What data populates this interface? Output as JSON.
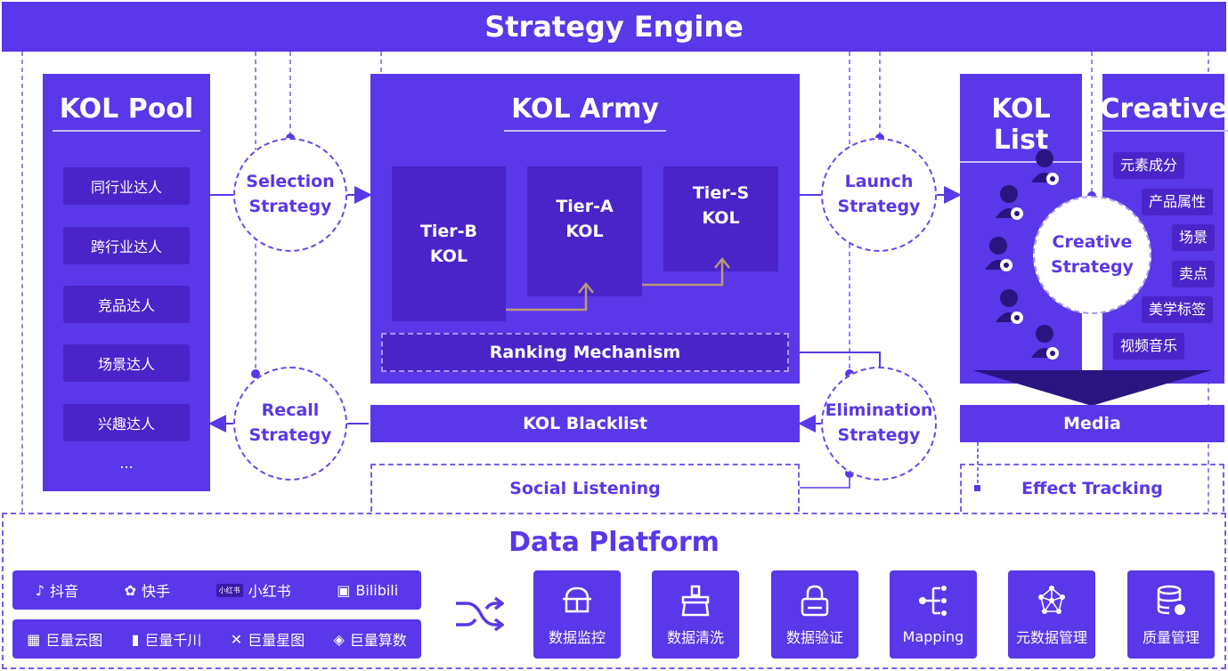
{
  "header": {
    "title": "Strategy Engine"
  },
  "kol_pool": {
    "title": "KOL Pool",
    "items": [
      "同行业达人",
      "跨行业达人",
      "竞品达人",
      "场景达人",
      "兴趣达人",
      "..."
    ]
  },
  "strategies": {
    "selection": "Selection\nStrategy",
    "recall": "Recall\nStrategy",
    "launch": "Launch\nStrategy",
    "elimination": "Elimination\nStrategy",
    "creative": "Creative\nStrategy"
  },
  "kol_army": {
    "title": "KOL Army",
    "tiers": [
      "Tier-B\nKOL",
      "Tier-A\nKOL",
      "Tier-S\nKOL"
    ],
    "ranking": "Ranking Mechanism"
  },
  "blacklist": "KOL Blacklist",
  "social_listening": "Social Listening",
  "kol_list": {
    "title": "KOL List"
  },
  "creative": {
    "title": "Creative",
    "tags": [
      "元素成分",
      "产品属性",
      "场景",
      "卖点",
      "美学标签",
      "视频音乐"
    ]
  },
  "media": "Media",
  "effect_tracking": "Effect Tracking",
  "data_platform": {
    "title": "Data Platform",
    "row1": [
      {
        "icon": "douyin-icon",
        "label": "抖音"
      },
      {
        "icon": "kuaishou-icon",
        "label": "快手"
      },
      {
        "icon": "xiaohongshu-icon",
        "label": "小红书",
        "logo_text": "小红书"
      },
      {
        "icon": "bilibili-icon",
        "label": "Bilibili"
      }
    ],
    "row2": [
      {
        "icon": "juliang-yuntu-icon",
        "label": "巨量云图"
      },
      {
        "icon": "juliang-qianchuan-icon",
        "label": "巨量千川"
      },
      {
        "icon": "juliang-xingtu-icon",
        "label": "巨量星图"
      },
      {
        "icon": "juliang-suanshu-icon",
        "label": "巨量算数"
      }
    ],
    "tools": [
      {
        "icon": "monitor-icon",
        "label": "数据监控"
      },
      {
        "icon": "clean-icon",
        "label": "数据清洗"
      },
      {
        "icon": "lock-icon",
        "label": "数据验证"
      },
      {
        "icon": "mapping-icon",
        "label": "Mapping"
      },
      {
        "icon": "metadata-icon",
        "label": "元数据管理"
      },
      {
        "icon": "database-icon",
        "label": "质量管理"
      }
    ]
  },
  "colors": {
    "primary": "#5a37e8",
    "dark": "#4a24c9",
    "tier_arrow": "#b89a7a",
    "dash": "#7a5cf0"
  }
}
